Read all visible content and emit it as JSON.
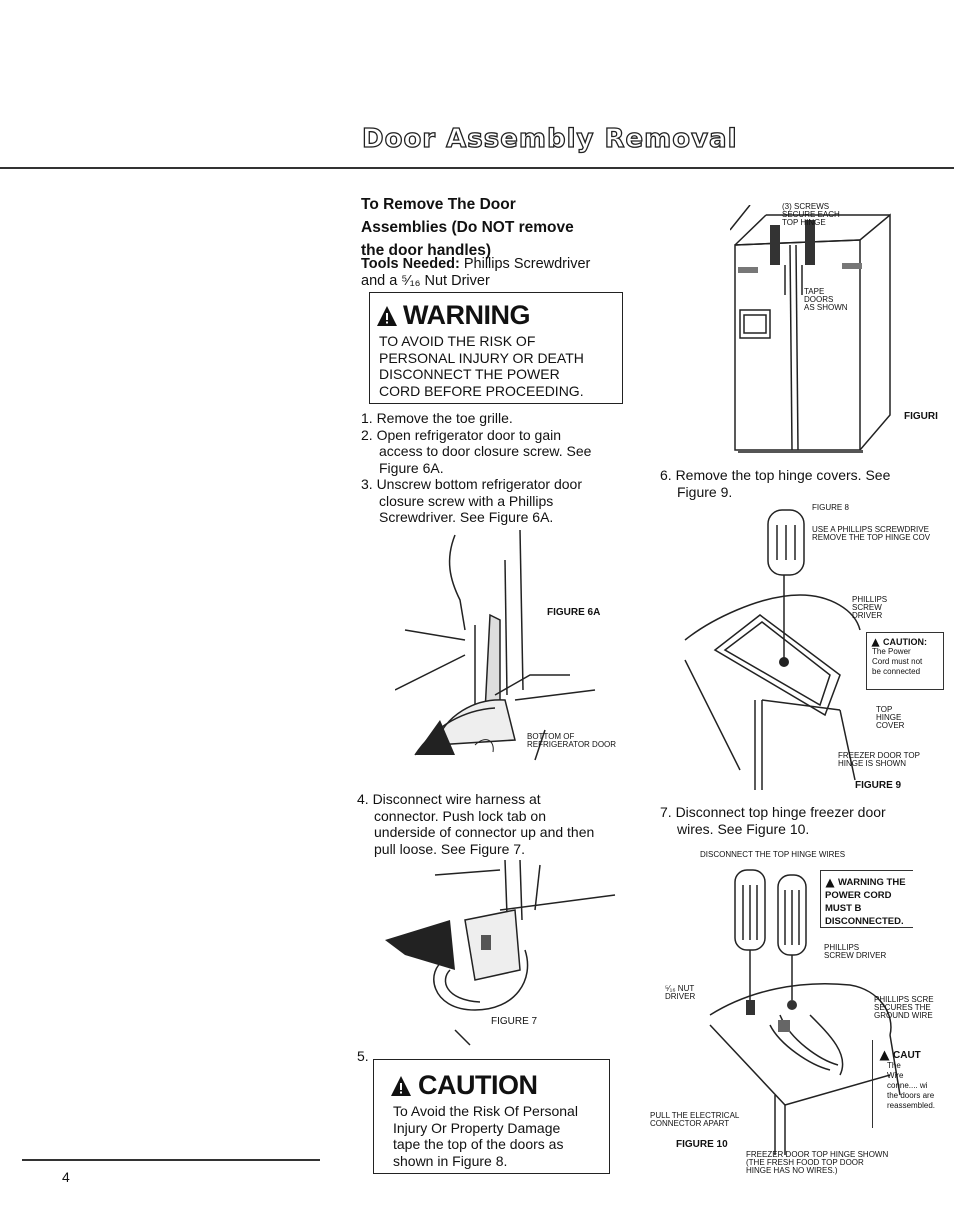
{
  "page": {
    "title": "Door Assembly Removal",
    "page_number": "4"
  },
  "section": {
    "heading_line1": "To Remove The Door",
    "heading_line2": "Assemblies (Do NOT remove",
    "heading_line3": "the door handles)",
    "tools_label": "Tools Needed:",
    "tools_text": " Phillips Screwdriver",
    "tools_text2": "and a ⁵⁄₁₆ Nut Driver"
  },
  "warning": {
    "title": "WARNING",
    "lines": [
      "TO AVOID THE RISK OF",
      "PERSONAL INJURY OR DEATH",
      "DISCONNECT THE POWER",
      "CORD BEFORE PROCEEDING."
    ]
  },
  "steps": {
    "s1": "1. Remove the toe grille.",
    "s2a": "2. Open refrigerator door to gain",
    "s2b": "access to door closure screw. See",
    "s2c": "Figure 6A.",
    "s3a": "3. Unscrew bottom refrigerator door",
    "s3b": "closure screw with a Phillips",
    "s3c": "Screwdriver. See Figure 6A.",
    "s4a": "4. Disconnect wire harness at",
    "s4b": "connector. Push lock tab on",
    "s4c": "underside of connector up and then",
    "s4d": "pull loose. See Figure 7.",
    "s5": "5.",
    "s6a": "6. Remove the top hinge covers. See",
    "s6b": "Figure 9.",
    "s7a": "7. Disconnect top hinge freezer door",
    "s7b": "wires. See Figure 10."
  },
  "caution": {
    "title": "CAUTION",
    "lines": [
      "To Avoid the Risk Of Personal",
      "Injury Or Property Damage",
      "tape the top of the doors as",
      "shown in Figure 8."
    ]
  },
  "figures": {
    "fig6a": {
      "label": "FIGURE 6A",
      "callout1": "BOTTOM OF",
      "callout2": "REFRIGERATOR DOOR"
    },
    "fig7": {
      "label": "FIGURE 7"
    },
    "fig8": {
      "label": "FIGURI",
      "screws1": "(3) SCREWS",
      "screws2": "SECURE EACH",
      "screws3": "TOP HINGE",
      "tape1": "TAPE",
      "tape2": "DOORS",
      "tape3": "AS SHOWN"
    },
    "fig9": {
      "small_label": "FIGURE 8",
      "note1": "USE A PHILLIPS SCREWDRIVE",
      "note2": "REMOVE THE TOP HINGE COV",
      "phillips1": "PHILLIPS",
      "phillips2": "SCREW",
      "phillips3": "DRIVER",
      "caution_title": "CAUTION:",
      "caution1": "The Power",
      "caution2": "Cord must not",
      "caution3": "be connected",
      "top1": "TOP",
      "top2": "HINGE",
      "top3": "COVER",
      "freezer1": "FREEZER DOOR TOP",
      "freezer2": "HINGE IS SHOWN",
      "label": "FIGURE 9"
    },
    "fig10": {
      "heading": "DISCONNECT THE TOP HINGE WIRES",
      "warn1": "WARNING THE",
      "warn2": "POWER CORD MUST B",
      "warn3": "DISCONNECTED.",
      "phillips1": "PHILLIPS",
      "phillips2": "SCREW DRIVER",
      "nut1": "⁵⁄₁₆ NUT",
      "nut2": "DRIVER",
      "scr1": "PHILLIPS SCRE",
      "scr2": "SECURES THE",
      "scr3": "GROUND WIRE",
      "pull1": "PULL THE ELECTRICAL",
      "pull2": "CONNECTOR APART",
      "label": "FIGURE 10",
      "freezer1": "FREEZER DOOR TOP HINGE SHOWN",
      "freezer2": "(THE FRESH FOOD TOP DOOR",
      "freezer3": "HINGE HAS NO WIRES.)",
      "caut_title": "CAUT",
      "caut1": "The",
      "caut2": "Wire",
      "caut3": "conne.... wi",
      "caut4": "the doors are",
      "caut5": "reassembled."
    }
  }
}
